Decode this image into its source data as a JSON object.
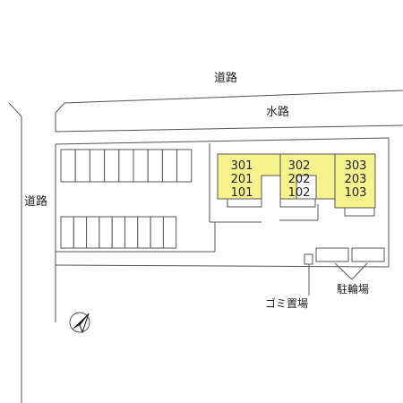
{
  "labels": {
    "road_top": "道路",
    "waterway": "水路",
    "road_left": "道路",
    "garbage": "ゴミ置場",
    "bicycle": "駐輪場"
  },
  "buildings": [
    {
      "units": [
        "301",
        "201",
        "101"
      ]
    },
    {
      "units": [
        "302",
        "202",
        "102"
      ]
    },
    {
      "units": [
        "303",
        "203",
        "103"
      ]
    }
  ],
  "parking": {
    "top_row_spaces": 9,
    "bottom_row_spaces": 9
  },
  "colors": {
    "building_fill": "#f7f28c",
    "line": "#555555"
  },
  "icons": {
    "north_arrow": "north-arrow-icon"
  }
}
